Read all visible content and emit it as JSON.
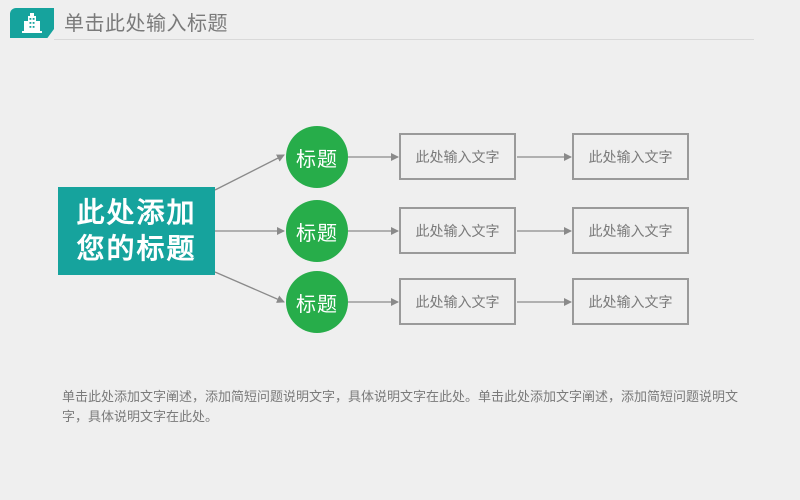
{
  "header": {
    "title": "单击此处输入标题",
    "icon": "building-icon",
    "accent_color": "#16a39d"
  },
  "diagram": {
    "main_node": {
      "line1": "此处添加",
      "line2": "您的标题"
    },
    "rows": [
      {
        "title": "标题",
        "box1": "此处输入文字",
        "box2": "此处输入文字"
      },
      {
        "title": "标题",
        "box1": "此处输入文字",
        "box2": "此处输入文字"
      },
      {
        "title": "标题",
        "box1": "此处输入文字",
        "box2": "此处输入文字"
      }
    ],
    "node_color": "#27ad4a",
    "box_border_color": "#9a9a9a"
  },
  "description": "单击此处添加文字阐述，添加简短问题说明文字，具体说明文字在此处。单击此处添加文字阐述，添加简短问题说明文字，具体说明文字在此处。"
}
